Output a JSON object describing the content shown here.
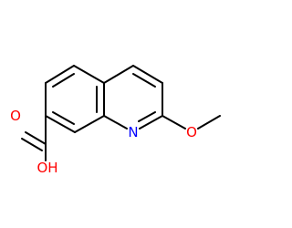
{
  "structure": {
    "colors": {
      "bond": "#000000",
      "oxygen": "#ff0000",
      "nitrogen": "#0000ff"
    },
    "labels": {
      "ring_nitrogen": "N",
      "methoxy_oxygen": "O",
      "carbonyl_oxygen": "O",
      "hydroxyl": "OH"
    }
  }
}
